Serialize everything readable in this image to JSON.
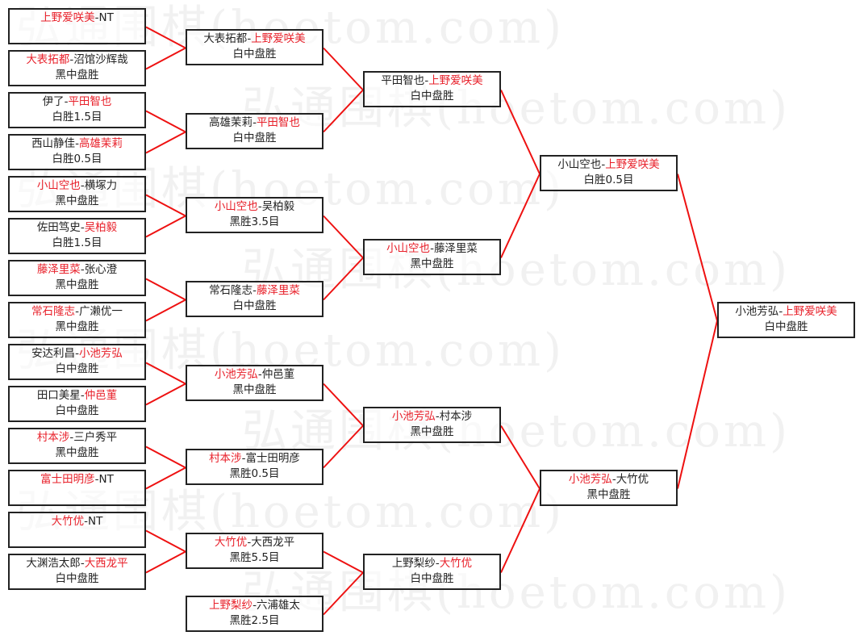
{
  "watermark": "弘通围棋(hoetom.com)",
  "colors": {
    "winner": "#e8202a",
    "connector": "#ee1111",
    "border": "#222222"
  },
  "rounds": [
    {
      "name": "round-1",
      "matches": [
        {
          "left": "上野爱咲美",
          "right": "NT",
          "winner": "left",
          "result": ""
        },
        {
          "left": "大表拓都",
          "right": "沼馆沙辉哉",
          "winner": "left",
          "result": "黑中盘胜"
        },
        {
          "left": "伊了",
          "right": "平田智也",
          "winner": "right",
          "result": "白胜1.5目"
        },
        {
          "left": "西山静佳",
          "right": "高雄茉莉",
          "winner": "right",
          "result": "白胜0.5目"
        },
        {
          "left": "小山空也",
          "right": "横塚力",
          "winner": "left",
          "result": "黑中盘胜"
        },
        {
          "left": "佐田笃史",
          "right": "吴柏毅",
          "winner": "right",
          "result": "白胜1.5目"
        },
        {
          "left": "藤泽里菜",
          "right": "张心澄",
          "winner": "left",
          "result": "黑中盘胜"
        },
        {
          "left": "常石隆志",
          "right": "广濑优一",
          "winner": "left",
          "result": "黑中盘胜"
        },
        {
          "left": "安达利昌",
          "right": "小池芳弘",
          "winner": "right",
          "result": "白中盘胜"
        },
        {
          "left": "田口美星",
          "right": "仲邑菫",
          "winner": "right",
          "result": "白中盘胜"
        },
        {
          "left": "村本涉",
          "right": "三户秀平",
          "winner": "left",
          "result": "黑中盘胜"
        },
        {
          "left": "富士田明彦",
          "right": "NT",
          "winner": "left",
          "result": ""
        },
        {
          "left": "大竹优",
          "right": "NT",
          "winner": "left",
          "result": ""
        },
        {
          "left": "大渊浩太郎",
          "right": "大西龙平",
          "winner": "right",
          "result": "白中盘胜"
        }
      ]
    },
    {
      "name": "round-2",
      "matches": [
        {
          "left": "大表拓都",
          "right": "上野爱咲美",
          "winner": "right",
          "result": "白中盘胜"
        },
        {
          "left": "高雄茉莉",
          "right": "平田智也",
          "winner": "right",
          "result": "白中盘胜"
        },
        {
          "left": "小山空也",
          "right": "吴柏毅",
          "winner": "left",
          "result": "黑胜3.5目"
        },
        {
          "left": "常石隆志",
          "right": "藤泽里菜",
          "winner": "right",
          "result": "白中盘胜"
        },
        {
          "left": "小池芳弘",
          "right": "仲邑菫",
          "winner": "left",
          "result": "黑中盘胜"
        },
        {
          "left": "村本涉",
          "right": "富士田明彦",
          "winner": "left",
          "result": "黑胜0.5目"
        },
        {
          "left": "大竹优",
          "right": "大西龙平",
          "winner": "left",
          "result": "黑胜5.5目"
        },
        {
          "left": "上野梨纱",
          "right": "六浦雄太",
          "winner": "left",
          "result": "黑胜2.5目"
        }
      ]
    },
    {
      "name": "round-3",
      "matches": [
        {
          "left": "平田智也",
          "right": "上野爱咲美",
          "winner": "right",
          "result": "白中盘胜"
        },
        {
          "left": "小山空也",
          "right": "藤泽里菜",
          "winner": "left",
          "result": "黑中盘胜"
        },
        {
          "left": "小池芳弘",
          "right": "村本涉",
          "winner": "left",
          "result": "黑中盘胜"
        },
        {
          "left": "上野梨纱",
          "right": "大竹优",
          "winner": "right",
          "result": "白中盘胜"
        }
      ]
    },
    {
      "name": "semifinal",
      "matches": [
        {
          "left": "小山空也",
          "right": "上野爱咲美",
          "winner": "right",
          "result": "白胜0.5目"
        },
        {
          "left": "小池芳弘",
          "right": "大竹优",
          "winner": "left",
          "result": "黑中盘胜"
        }
      ]
    },
    {
      "name": "final",
      "matches": [
        {
          "left": "小池芳弘",
          "right": "上野爱咲美",
          "winner": "right",
          "result": "白中盘胜"
        }
      ]
    }
  ]
}
